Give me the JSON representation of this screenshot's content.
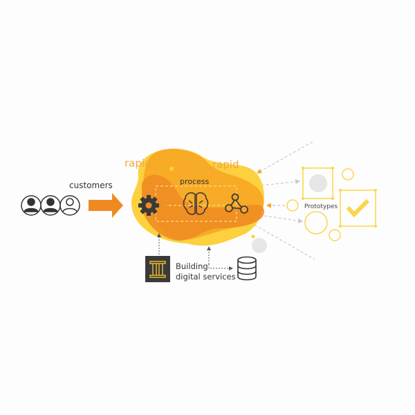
{
  "labels": {
    "customers": "customers",
    "rapid_left": "rapid",
    "rapid_right": "rapid",
    "process": "process",
    "building_line1": "Building",
    "building_line2": "digital services",
    "prototypes": "Prototypes"
  },
  "colors": {
    "orange_dark": "#ef8a22",
    "orange": "#f6a623",
    "yellow": "#fcd13d",
    "rapid_text": "#f3a540",
    "icon_dark": "#3a3a3a",
    "proto_yellow": "#fcd54a",
    "grey_circle": "#e6e6e6",
    "dash": "#c9c9c9"
  },
  "icons": [
    "user-icon",
    "user-icon",
    "user-outline-icon",
    "arrow-right-icon",
    "gear-icon",
    "brain-icon",
    "network-icon",
    "building-icon",
    "database-icon",
    "checkmark-icon"
  ]
}
